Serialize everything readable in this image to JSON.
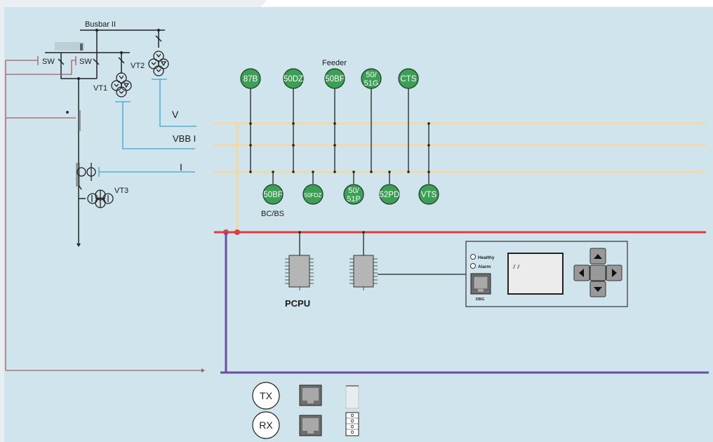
{
  "diagram": {
    "labels": {
      "busbar": "Busbar II",
      "sw_left": "SW",
      "sw_right": "SW",
      "vt1": "VT1",
      "vt2": "VT2",
      "vt3": "VT3",
      "signal_v": "V",
      "signal_vbb": "VBB I",
      "signal_i": "I",
      "feeder": "Feeder",
      "bc_bs": "BC/BS",
      "pcpu": "PCPU"
    },
    "top_relays": [
      {
        "label": "87B"
      },
      {
        "label": "50DZ"
      },
      {
        "label": "50BF"
      },
      {
        "label": "50/\n51G",
        "lines": [
          "50/",
          "51G"
        ]
      },
      {
        "label": "CTS"
      }
    ],
    "bottom_relays": [
      {
        "label": "50BF"
      },
      {
        "label": "50FDZ"
      },
      {
        "label": "50/\n51P",
        "lines": [
          "50/",
          "51P"
        ]
      },
      {
        "label": "52PD"
      },
      {
        "label": "VTS"
      }
    ],
    "hmi": {
      "healthy_label": "Healthy",
      "alarm_label": "Alarm",
      "dbg_label": "DBG",
      "screen_text": "⫽ ⫽"
    },
    "ports": {
      "tx_label": "TX",
      "rx_label": "RX"
    },
    "colors": {
      "background": "#cfe4ec",
      "relay_green": "#3d9e56",
      "signal_bus": "#f2d9a8",
      "red_bus": "#d94040",
      "purple_bus": "#6650a0",
      "cyan_wire": "#3aa6cf",
      "brown_wire": "#a06060"
    }
  }
}
